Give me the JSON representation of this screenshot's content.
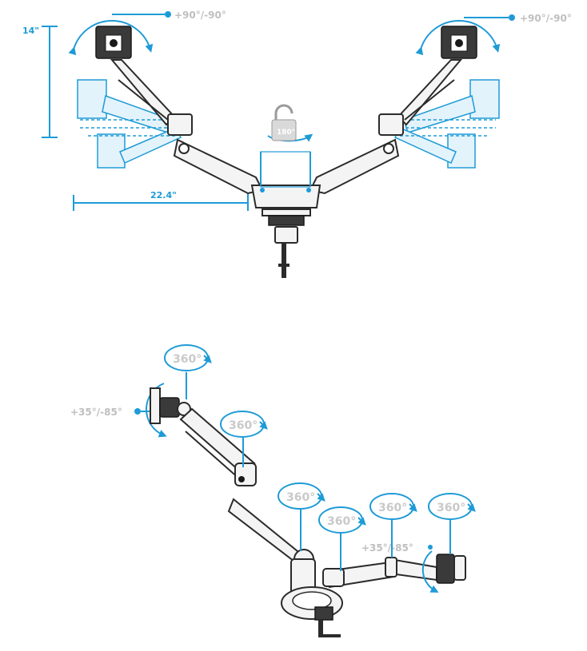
{
  "top_view": {
    "left_tilt": "+90°/-90°",
    "right_tilt": "+90°/-90°",
    "height_range": "14\"",
    "reach": "22.4\"",
    "base_rotation": "180°"
  },
  "bottom_view": {
    "left_tilt": "+35°/-85°",
    "right_tilt": "+35°/-85°",
    "rotations": [
      "360°",
      "360°",
      "360°",
      "360°",
      "360°",
      "360°"
    ]
  },
  "colors": {
    "accent": "#1e9bd7",
    "label_gray": "#bfbfbf",
    "outline": "#2b2b2b"
  }
}
